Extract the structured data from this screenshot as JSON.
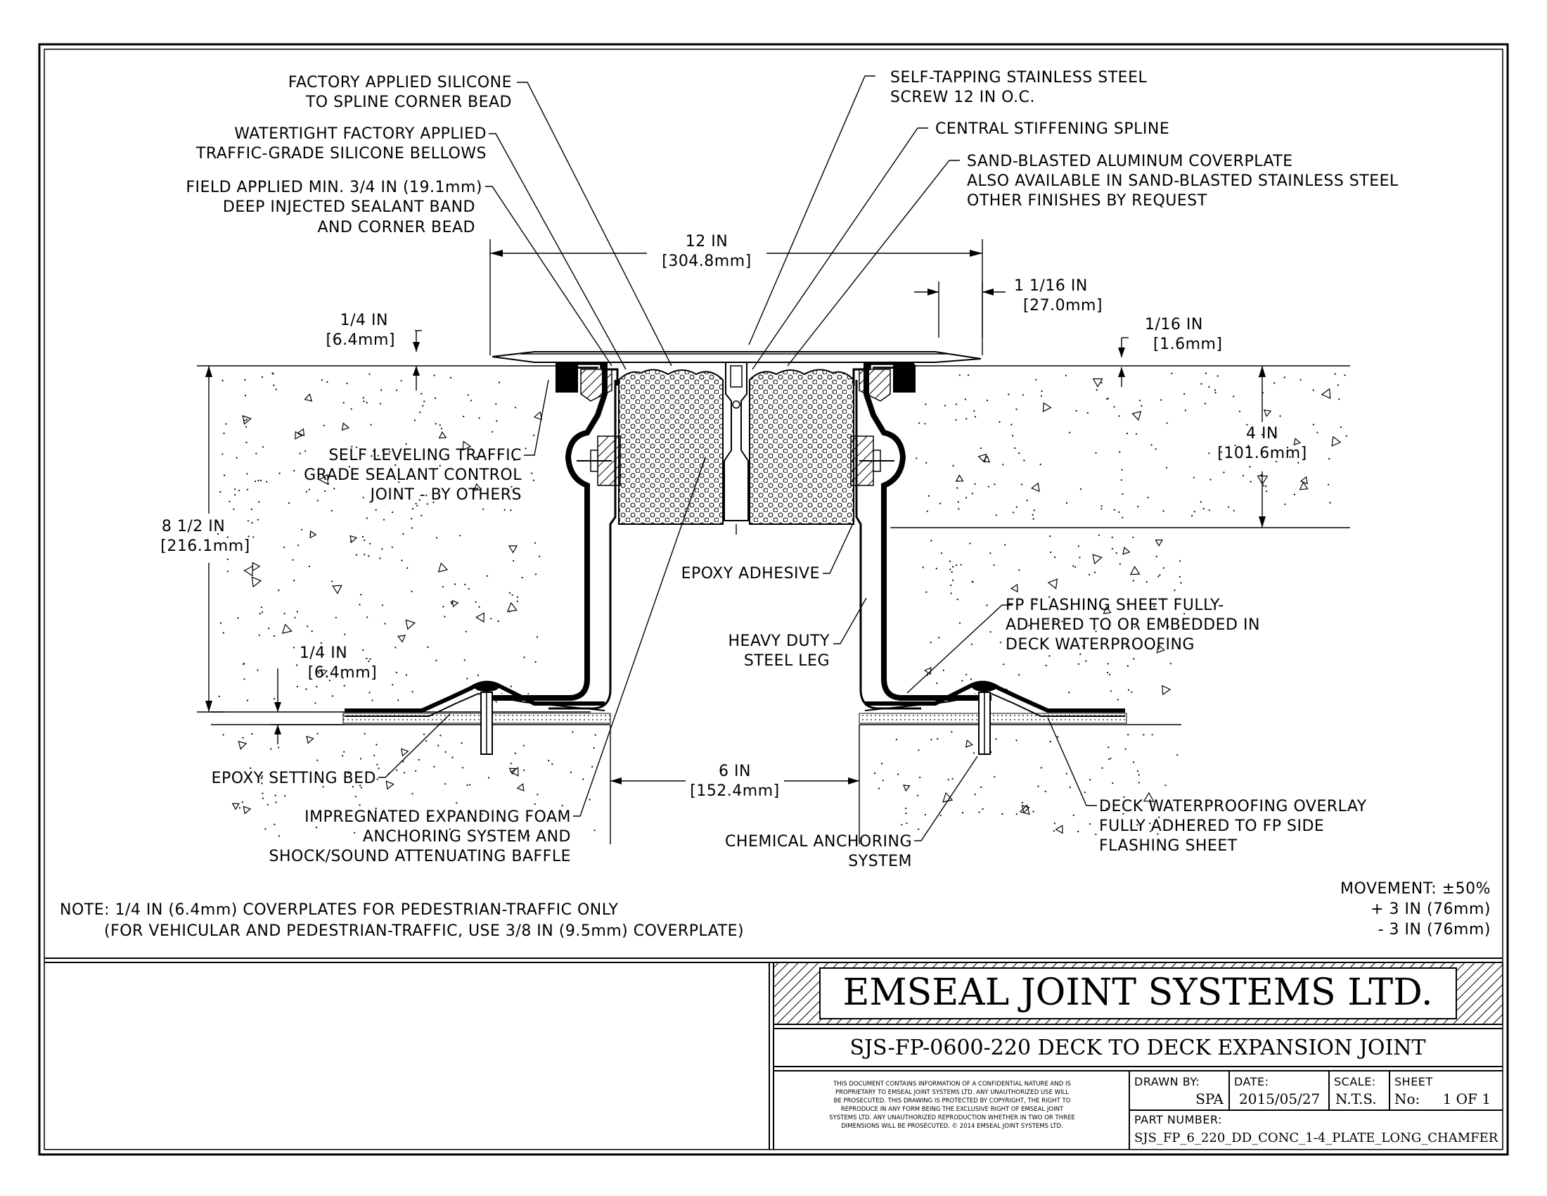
{
  "callouts": {
    "factory_silicone": [
      "FACTORY APPLIED SILICONE",
      "TO SPLINE CORNER BEAD"
    ],
    "bellows": [
      "WATERTIGHT FACTORY APPLIED",
      "TRAFFIC-GRADE SILICONE BELLOWS"
    ],
    "field_sealant": [
      "FIELD APPLIED MIN. 3/4 IN (19.1mm)",
      "DEEP INJECTED SEALANT BAND",
      "AND CORNER BEAD"
    ],
    "screw": [
      "SELF-TAPPING STAINLESS STEEL",
      "SCREW 12 IN O.C."
    ],
    "spline": [
      "CENTRAL STIFFENING SPLINE"
    ],
    "coverplate": [
      "SAND-BLASTED ALUMINUM COVERPLATE",
      "ALSO AVAILABLE IN SAND-BLASTED STAINLESS STEEL",
      "OTHER FINISHES BY REQUEST"
    ],
    "control_joint": [
      "SELF LEVELING TRAFFIC",
      "GRADE SEALANT CONTROL",
      "JOINT - BY OTHERS"
    ],
    "epoxy_adhesive": [
      "EPOXY ADHESIVE"
    ],
    "steel_leg": [
      "HEAVY DUTY",
      "STEEL LEG"
    ],
    "fp_flashing": [
      "FP FLASHING SHEET FULLY-",
      "ADHERED TO OR EMBEDDED IN",
      "DECK WATERPROOFING"
    ],
    "epoxy_bed": [
      "EPOXY SETTING BED"
    ],
    "foam": [
      "IMPREGNATED EXPANDING FOAM",
      "ANCHORING SYSTEM AND",
      "SHOCK/SOUND ATTENUATING BAFFLE"
    ],
    "chemical_anchor": [
      "CHEMICAL ANCHORING",
      "SYSTEM"
    ],
    "deck_overlay": [
      "DECK WATERPROOFING OVERLAY",
      "FULLY ADHERED TO FP SIDE",
      "FLASHING SHEET"
    ]
  },
  "dimensions": {
    "width_12": [
      "12 IN",
      "[304.8mm]"
    ],
    "d_1_1_16": [
      "1 1/16 IN",
      "[27.0mm]"
    ],
    "d_1_4_top": [
      "1/4 IN",
      "[6.4mm]"
    ],
    "d_1_16": [
      "1/16 IN",
      "[1.6mm]"
    ],
    "d_4": [
      "4 IN",
      "[101.6mm]"
    ],
    "d_8_1_2": [
      "8 1/2 IN",
      "[216.1mm]"
    ],
    "d_1_4_bot": [
      "1/4 IN",
      "[6.4mm]"
    ],
    "d_6": [
      "6 IN",
      "[152.4mm]"
    ]
  },
  "notes": {
    "coverplate_note": [
      "NOTE: 1/4 IN (6.4mm) COVERPLATES FOR PEDESTRIAN-TRAFFIC ONLY",
      "(FOR VEHICULAR AND PEDESTRIAN-TRAFFIC, USE 3/8 IN (9.5mm) COVERPLATE)"
    ],
    "movement": [
      "MOVEMENT: ±50%",
      "+ 3 IN (76mm)",
      "- 3 IN (76mm)"
    ]
  },
  "title_block": {
    "company": "EMSEAL JOINT SYSTEMS LTD.",
    "drawing_title": "SJS-FP-0600-220 DECK TO DECK EXPANSION JOINT",
    "disclaimer": [
      "THIS DOCUMENT CONTAINS INFORMATION OF A CONFIDENTIAL NATURE AND IS",
      "PROPRIETARY TO EMSEAL JOINT SYSTEMS LTD. ANY UNAUTHORIZED USE WILL",
      "BE PROSECUTED. THIS DRAWING IS PROTECTED BY COPYRIGHT, THE RIGHT TO",
      "REPRODUCE IN ANY FORM BEING THE EXCLUSIVE RIGHT OF EMSEAL JOINT",
      "SYSTEMS LTD. ANY UNAUTHORIZED REPRODUCTION WHETHER IN TWO OR THREE",
      "DIMENSIONS WILL BE PROSECUTED. © 2014 EMSEAL JOINT SYSTEMS LTD."
    ],
    "drawn_by_label": "DRAWN BY:",
    "drawn_by": "SPA",
    "date_label": "DATE:",
    "date": "2015/05/27",
    "scale_label": "SCALE:",
    "scale": "N.T.S.",
    "sheet_label": "SHEET",
    "sheet_no_label": "No:",
    "sheet_no": "1 OF 1",
    "part_number_label": "PART NUMBER:",
    "part_number": "SJS_FP_6_220_DD_CONC_1-4_PLATE_LONG_CHAMFER"
  }
}
